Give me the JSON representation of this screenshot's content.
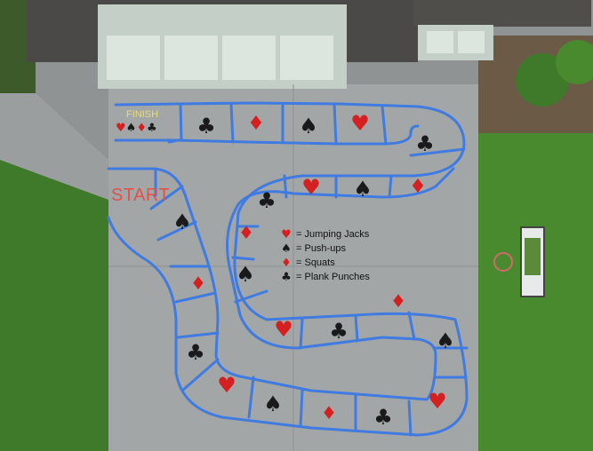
{
  "labels": {
    "start": "START",
    "finish": "FINISH"
  },
  "finish_icons": [
    {
      "icon": "heart-icon",
      "glyph": "♥",
      "color": "#d42020"
    },
    {
      "icon": "spade-icon",
      "glyph": "♠",
      "color": "#1a1a1a"
    },
    {
      "icon": "diamond-icon",
      "glyph": "♦",
      "color": "#d42020"
    },
    {
      "icon": "club-icon",
      "glyph": "♣",
      "color": "#1a1a1a"
    }
  ],
  "legend": [
    {
      "icon": "heart-icon",
      "glyph": "♥",
      "color": "#d42020",
      "text": "= Jumping Jacks"
    },
    {
      "icon": "spade-icon",
      "glyph": "♠",
      "color": "#1a1a1a",
      "text": "= Push-ups"
    },
    {
      "icon": "diamond-icon",
      "glyph": "♦",
      "color": "#d42020",
      "text": "= Squats"
    },
    {
      "icon": "club-icon",
      "glyph": "♣",
      "color": "#1a1a1a",
      "text": "= Plank Punches"
    }
  ],
  "colors": {
    "path": "#3f7be0",
    "red_suit": "#d42020",
    "black_suit": "#1a1a1a",
    "start": "#e0524a",
    "finish": "#e8dc77"
  }
}
